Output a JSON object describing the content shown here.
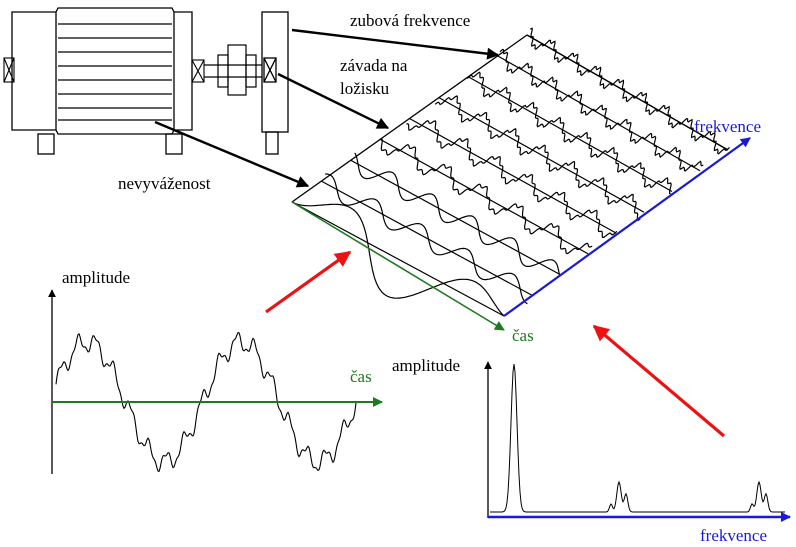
{
  "labels": {
    "gear_frequency": "zubová frekvence",
    "bearing_fault_line1": "závada na",
    "bearing_fault_line2": "ložisku",
    "unbalance": "nevyváženost",
    "frequency_axis_3d": "frekvence",
    "time_axis_3d": "čas",
    "amplitude_time_plot": "amplitude",
    "time_axis_time_plot": "čas",
    "amplitude_spectrum_plot": "amplitude",
    "frequency_axis_spectrum": "frekvence"
  },
  "colors": {
    "ink": "#000000",
    "time_axis": "#1e7a1e",
    "frequency_axis": "#1a1ad6",
    "transform_arrow": "#ee1111"
  },
  "icons": {
    "motor": "motor-icon",
    "coupling": "coupling-icon",
    "gearbox": "gearbox-icon",
    "bearing": "bearing-icon"
  }
}
